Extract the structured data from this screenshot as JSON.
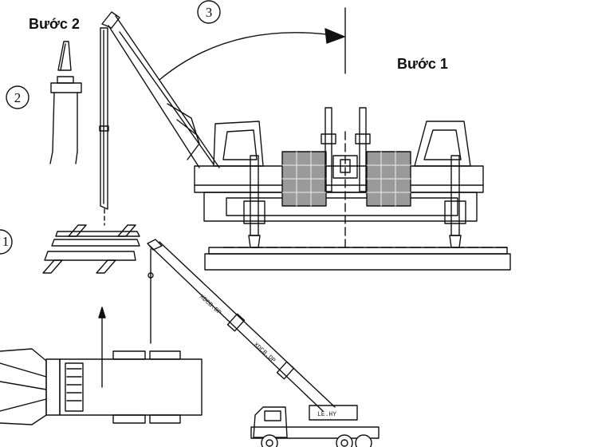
{
  "labels": {
    "step2": "Bước 2",
    "step1": "Bước 1"
  },
  "markers": {
    "m1": "1",
    "m2": "2",
    "m3": "3"
  },
  "boom_texts": {
    "upper": "XDCB.DP",
    "lower": "XDCB.DP",
    "cab": "LE.HY"
  }
}
